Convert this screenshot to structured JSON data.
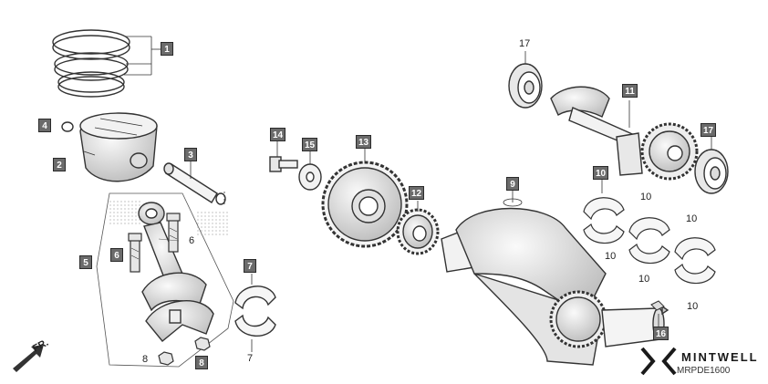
{
  "diagram": {
    "callouts": [
      {
        "id": "c1",
        "text": "1"
      },
      {
        "id": "c2",
        "text": "2"
      },
      {
        "id": "c3",
        "text": "3"
      },
      {
        "id": "c4",
        "text": "4"
      },
      {
        "id": "c5",
        "text": "5"
      },
      {
        "id": "c6box",
        "text": "6"
      },
      {
        "id": "c7box",
        "text": "7"
      },
      {
        "id": "c8box",
        "text": "8"
      },
      {
        "id": "c9",
        "text": "9"
      },
      {
        "id": "c10box",
        "text": "10"
      },
      {
        "id": "c11",
        "text": "11"
      },
      {
        "id": "c12",
        "text": "12"
      },
      {
        "id": "c13",
        "text": "13"
      },
      {
        "id": "c14",
        "text": "14"
      },
      {
        "id": "c15",
        "text": "15"
      },
      {
        "id": "c16",
        "text": "16"
      },
      {
        "id": "c17box",
        "text": "17"
      }
    ],
    "plain_numbers": [
      {
        "id": "n6",
        "text": "6"
      },
      {
        "id": "n7",
        "text": "7"
      },
      {
        "id": "n8",
        "text": "8"
      },
      {
        "id": "n10a",
        "text": "10"
      },
      {
        "id": "n10b",
        "text": "10"
      },
      {
        "id": "n10c",
        "text": "10"
      },
      {
        "id": "n10d",
        "text": "10"
      },
      {
        "id": "n10e",
        "text": "10"
      },
      {
        "id": "n17",
        "text": "17"
      }
    ],
    "direction_label": "FR.",
    "brand": "MINTWELL",
    "drawing_code": "MRPDE1600"
  }
}
